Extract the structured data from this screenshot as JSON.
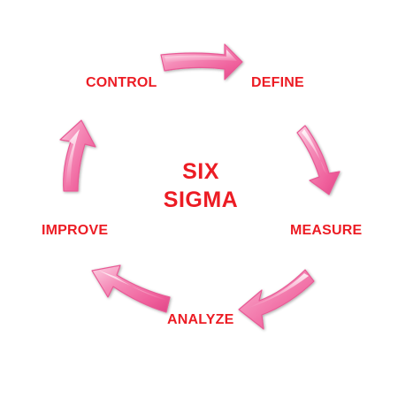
{
  "center": {
    "line1": "SIX",
    "line2": "SIGMA"
  },
  "cycle": {
    "steps": [
      "DEFINE",
      "MEASURE",
      "ANALYZE",
      "IMPROVE",
      "CONTROL"
    ]
  },
  "colors": {
    "label": "#ec1c24",
    "arrow_fill": "#f277a9",
    "arrow_light": "#fbc7dc",
    "arrow_dark": "#d63a7c"
  }
}
